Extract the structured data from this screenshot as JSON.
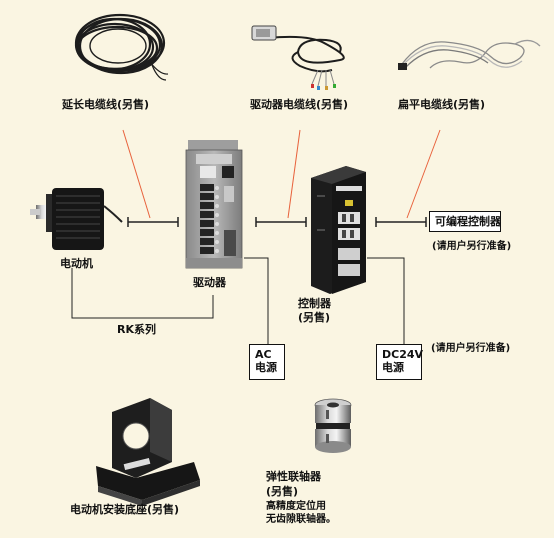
{
  "labels": {
    "extension_cable": "延长电缆线(另售)",
    "driver_cable": "驱动器电缆线(另售)",
    "flat_cable": "扁平电缆线(另售)",
    "motor": "电动机",
    "driver": "驱动器",
    "controller_1": "控制器",
    "controller_2": "(另售)",
    "plc": "可编程控制器",
    "plc_note": "(请用户另行准备)",
    "rk_series": "RK系列",
    "ac_1": "AC",
    "ac_2": "电源",
    "dc_1": "DC24V",
    "dc_2": "电源",
    "dc_note": "(请用户另行准备)",
    "bracket": "电动机安装底座(另售)",
    "coupling_1": "弹性联轴器",
    "coupling_2": "(另售)",
    "coupling_3": "高精度定位用",
    "coupling_4": "无齿隙联轴器。"
  },
  "icons": [
    "coiled-cable-icon",
    "connector-cable-icon",
    "flat-cable-icon",
    "stepper-motor-icon",
    "driver-unit-icon",
    "controller-unit-icon",
    "mounting-bracket-icon",
    "coupling-icon"
  ],
  "colors": {
    "background": "#faf5e2",
    "leader_line": "#e8623c",
    "wire": "#222222"
  }
}
